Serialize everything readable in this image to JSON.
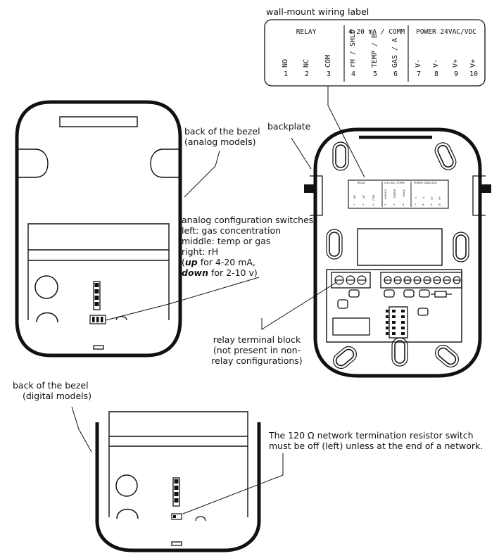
{
  "labels": {
    "wall_mount": "wall-mount wiring label",
    "bezel_analog": [
      "back of the bezel",
      "(analog models)"
    ],
    "backplate": "backplate",
    "analog_switches": [
      "analog configuration switches",
      "left: gas concentration",
      "middle: temp or gas",
      "right: rH"
    ],
    "analog_up_word": "up",
    "analog_up_rest": " for 4-20 mA,",
    "analog_down_word": "down",
    "analog_down_rest": " for 2-10 v)",
    "relay_block": [
      "relay terminal block",
      "(not present in non-",
      "relay configurations)"
    ],
    "bezel_digital": [
      "back of the bezel",
      "(digital models)"
    ],
    "resistor": [
      "The 120 Ω network termination resistor switch",
      "must be off (left) unless at the end of a network."
    ]
  },
  "wiring_label": {
    "groups": [
      {
        "name": "RELAY"
      },
      {
        "name": "4-20 mA / COMM"
      },
      {
        "name": "POWER 24VAC/VDC"
      }
    ],
    "terminals": [
      {
        "name": "NO",
        "num": "1"
      },
      {
        "name": "NC",
        "num": "2"
      },
      {
        "name": "COM",
        "num": "3"
      },
      {
        "name": "rH / SHLD",
        "num": "4"
      },
      {
        "name": "TEMP / B",
        "num": "5"
      },
      {
        "name": "GAS / A",
        "num": "6"
      },
      {
        "name": "V-",
        "num": "7"
      },
      {
        "name": "V-",
        "num": "8"
      },
      {
        "name": "V+",
        "num": "9"
      },
      {
        "name": "V+",
        "num": "10"
      }
    ]
  },
  "mini_label": {
    "groups": [
      "RELAY",
      "4-20 mA / COMM",
      "POWER 24VAC/VDC"
    ],
    "terminals": [
      "NO",
      "NC",
      "COM",
      "rH/SHLD",
      "TEMP/B",
      "GAS/A",
      "V-",
      "V-",
      "V+",
      "V+"
    ],
    "nums": [
      "1",
      "2",
      "3",
      "4",
      "5",
      "6",
      "7",
      "8",
      "9",
      "10"
    ]
  }
}
